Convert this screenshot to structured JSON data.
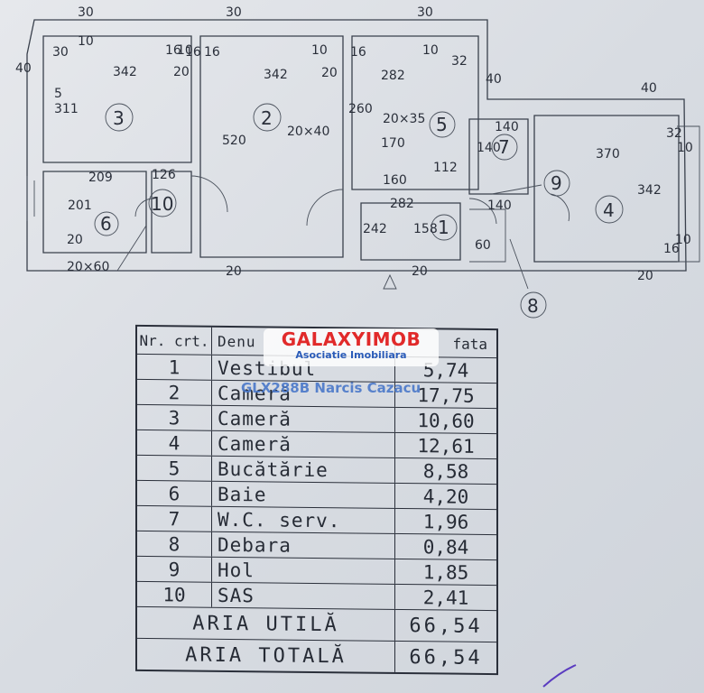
{
  "plan": {
    "dims": {
      "d30a": "30",
      "d10a": "10",
      "d30b": "30",
      "d16a": "16",
      "d10b": "10",
      "d16b": "16",
      "d20a": "20",
      "d342a": "342",
      "d40a": "40",
      "d3115": "311",
      "d5": "5",
      "d30c": "30",
      "d16c": "16",
      "d10c": "10",
      "d20b": "20",
      "d342b": "342",
      "d520": "520",
      "d30d": "30",
      "d10d": "10",
      "d16d": "16",
      "d282a": "282",
      "d32a": "32",
      "d40b": "40",
      "d260": "260",
      "d20x40": "20×40",
      "d20x35": "20×35",
      "d170": "170",
      "d160": "160",
      "d112": "112",
      "d282b": "282",
      "d40c": "40",
      "d140a": "140",
      "d140b": "140",
      "d370": "370",
      "d32b": "32",
      "d10e": "10",
      "d342c": "342",
      "d140c": "140",
      "d209": "209",
      "d126": "126",
      "d201": "201",
      "d20c": "20",
      "d20x60": "20×60",
      "d242": "242",
      "d158": "158",
      "d60": "60",
      "d16e": "16",
      "d10f": "10",
      "d20d": "20",
      "d20e": "20",
      "d20f": "20"
    },
    "rooms": {
      "r1": "1",
      "r2": "2",
      "r3": "3",
      "r4": "4",
      "r5": "5",
      "r6": "6",
      "r7": "7",
      "r8": "8",
      "r9": "9",
      "r10": "10"
    }
  },
  "table": {
    "headers": {
      "nr": "Nr. crt.",
      "den": "Denu",
      "sup": "fata"
    },
    "rows": [
      {
        "nr": "1",
        "name": "Vestibul",
        "area": "5,74"
      },
      {
        "nr": "2",
        "name": "Cameră",
        "area": "17,75"
      },
      {
        "nr": "3",
        "name": "Cameră",
        "area": "10,60"
      },
      {
        "nr": "4",
        "name": "Cameră",
        "area": "12,61"
      },
      {
        "nr": "5",
        "name": "Bucătărie",
        "area": "8,58"
      },
      {
        "nr": "6",
        "name": "Baie",
        "area": "4,20"
      },
      {
        "nr": "7",
        "name": "W.C. serv.",
        "area": "1,96"
      },
      {
        "nr": "8",
        "name": "Debara",
        "area": "0,84"
      },
      {
        "nr": "9",
        "name": "Hol",
        "area": "1,85"
      },
      {
        "nr": "10",
        "name": "SAS",
        "area": "2,41"
      }
    ],
    "totals": [
      {
        "label": "ARIA UTILĂ",
        "value": "66,54"
      },
      {
        "label": "ARIA TOTALĂ",
        "value": "66,54"
      }
    ]
  },
  "watermark": {
    "brand": "GALAXYIMOB",
    "sub": "Asociatie Imobiliara",
    "code": "GLX288B Narcis Cazacu",
    "brand_color": "#e12a2a",
    "sub_color": "#2a5bb8"
  }
}
